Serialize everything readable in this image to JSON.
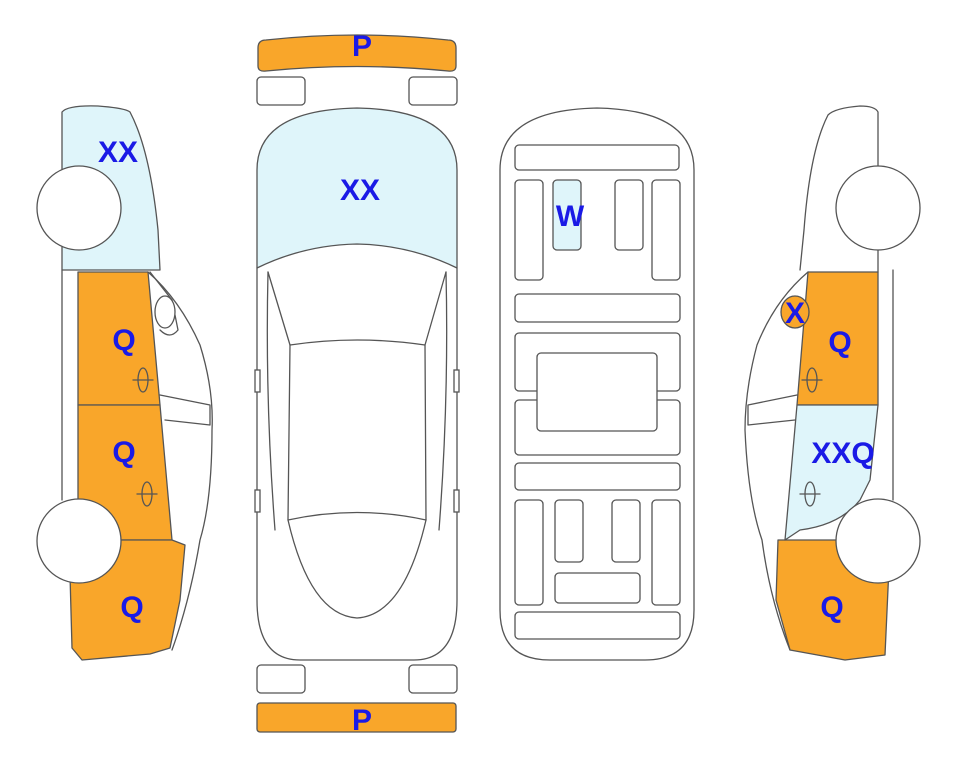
{
  "colors": {
    "orange": "#F9A62A",
    "light_blue": "#DFF5FA",
    "label": "#1a1ae6",
    "outline": "#555555"
  },
  "views": {
    "left_side": {
      "labels": {
        "rear_panel": "XX",
        "rear_door": "Q",
        "front_door": "Q",
        "front_fender": "Q"
      }
    },
    "top": {
      "labels": {
        "rear_bumper": "P",
        "roof": "XX",
        "front_bumper": "P"
      }
    },
    "underbody": {
      "labels": {
        "panel": "W"
      }
    },
    "right_side": {
      "labels": {
        "mirror": "X",
        "front_door": "Q",
        "rear_door": "XXQ",
        "rear_fender": "Q"
      }
    }
  }
}
